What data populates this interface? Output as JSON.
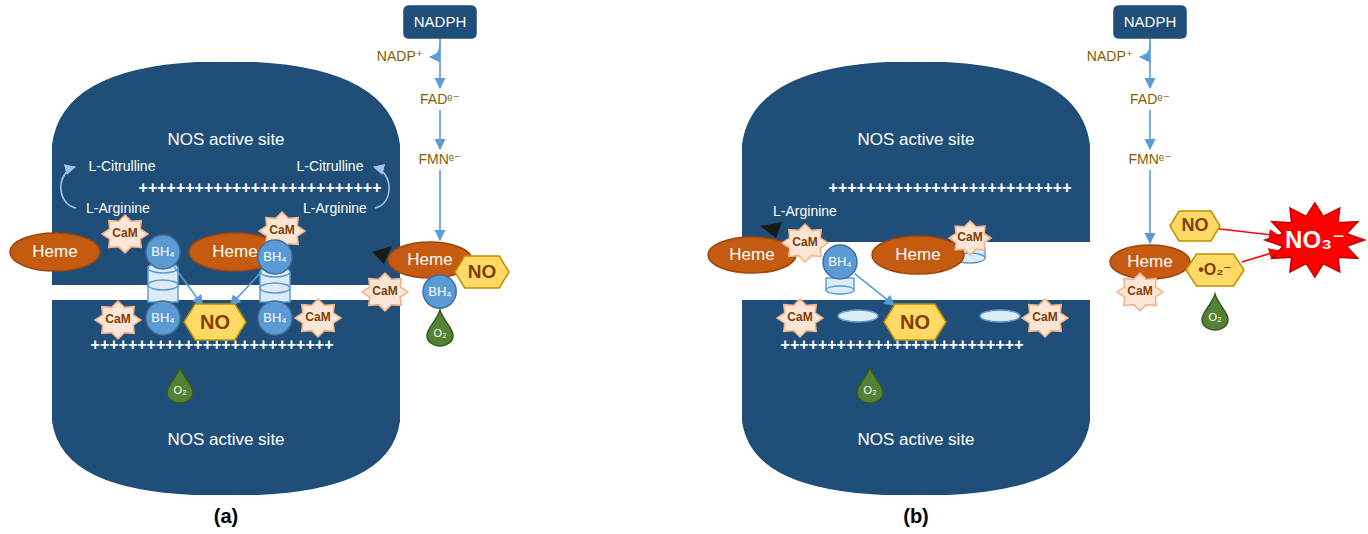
{
  "diagram": {
    "nodes": [
      {
        "text": [
          "NADPH"
        ]
      },
      {
        "text": [
          "NOS active site",
          "++++++++++++++++++++++++++"
        ]
      },
      {
        "text": [
          "Heme"
        ]
      },
      {
        "text": [
          "CaM"
        ]
      },
      {
        "text": [
          "BH₄"
        ]
      },
      {
        "text": [
          "Heme"
        ]
      },
      {
        "text": [
          "CaM"
        ]
      },
      {
        "text": [
          "BH₄"
        ]
      },
      {
        "text": [
          "Heme"
        ]
      },
      {
        "text": [
          "BH₄"
        ]
      },
      {
        "text": [
          "NO"
        ]
      },
      {
        "text": [
          "CaM"
        ]
      },
      {
        "text": [
          "BH₄"
        ]
      },
      {
        "text": [
          "CaM"
        ]
      },
      {
        "text": [
          "NO"
        ]
      },
      {
        "text": [
          "BH₄"
        ]
      },
      {
        "text": [
          "CaM"
        ]
      },
      {
        "text": [
          "O₂"
        ]
      },
      {
        "text": [
          "O₂"
        ]
      },
      {
        "text": [
          "++++++++++++++++++++++++++",
          "NOS active site"
        ]
      },
      {
        "text": [
          "NADPH"
        ]
      },
      {
        "text": [
          "NOS active site",
          "++++++++++++++++++++++++++"
        ]
      },
      {
        "text": [
          "Heme"
        ]
      },
      {
        "text": [
          "CaM"
        ]
      },
      {
        "text": [
          "BH₄"
        ]
      },
      {
        "text": [
          "Heme"
        ]
      },
      {
        "text": [
          "CaM"
        ]
      },
      {
        "text": [
          "NO"
        ]
      },
      {
        "text": [
          "Heme"
        ]
      },
      {
        "text": [
          "•O₂⁻"
        ]
      },
      {
        "text": [
          "CaM"
        ]
      },
      {
        "text": [
          "O₂"
        ]
      },
      {
        "text": [
          "NO₃⁻"
        ]
      },
      {
        "text": [
          "CaM"
        ]
      },
      {
        "text": [
          "NO"
        ]
      },
      {
        "text": [
          "CaM"
        ]
      },
      {
        "text": [
          "O₂"
        ]
      },
      {
        "text": [
          "++++++++++++++++++++++++++",
          "NOS active site"
        ]
      }
    ],
    "edges": [
      {
        "from": 4,
        "to": 14,
        "arrow": "to"
      },
      {
        "from": 7,
        "to": 14,
        "arrow": "to"
      },
      {
        "from": 24,
        "to": 34,
        "arrow": "to"
      },
      {
        "from": 27,
        "to": 32,
        "arrow": "to"
      },
      {
        "from": 29,
        "to": 32,
        "arrow": "to"
      }
    ],
    "labels": [
      "NADP⁺",
      "FADᵉ⁻",
      "FMNᵉ⁻",
      "L-Citrulline",
      "L-Arginine",
      "L-Citrulline",
      "L-Arginine",
      "(a)",
      "NADP⁺",
      "FADᵉ⁻",
      "FMNᵉ⁻",
      "L-Arginine",
      "(b)"
    ]
  }
}
